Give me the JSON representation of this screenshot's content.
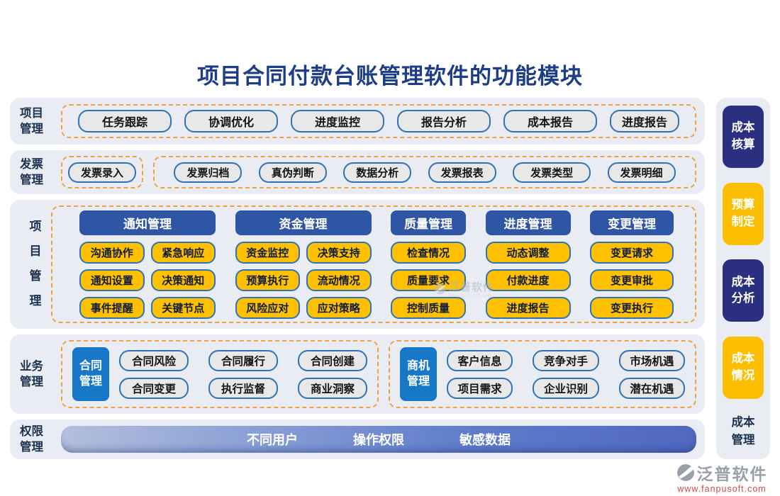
{
  "title": "项目合同付款台账管理软件的功能模块",
  "colors": {
    "title_blue": "#1d3d87",
    "row_background": "#e9edf3",
    "dashed_border_orange": "#f0a03f",
    "chip_gray": "#e8e8e8",
    "chip_border_blue": "#2f72b6",
    "chip_yellow": "#ffc000",
    "group_header_blue": "#2f55a5",
    "badge_blue": "#1778c8",
    "side_navy": "#2a2f80",
    "side_yellow": "#fcbe00",
    "permission_bar_blue": "#5068bf"
  },
  "row_project_top": {
    "label": [
      "项目",
      "管理"
    ],
    "items": [
      "任务跟踪",
      "协调优化",
      "进度监控",
      "报告分析",
      "成本报告",
      "进度报告"
    ]
  },
  "row_invoice": {
    "label": [
      "发票",
      "管理"
    ],
    "solo_item": "发票录入",
    "items": [
      "发票归档",
      "真伪判断",
      "数据分析",
      "发票报表",
      "发票类型",
      "发票明细"
    ]
  },
  "row_project_main": {
    "label": [
      "项",
      "目",
      "管",
      "理"
    ],
    "columns": [
      {
        "header": "通知管理",
        "items": [
          "沟通协作",
          "紧急响应",
          "通知设置",
          "决策通知",
          "事件提醒",
          "关键节点"
        ]
      },
      {
        "header": "资金管理",
        "items": [
          "资金监控",
          "决策支持",
          "预算执行",
          "流动情况",
          "风险应对",
          "应对策略"
        ]
      },
      {
        "header": "质量管理",
        "items": [
          "检查情况",
          "质量要求",
          "控制质量"
        ]
      },
      {
        "header": "进度管理",
        "items": [
          "动态调整",
          "付款进度",
          "进度报告"
        ]
      },
      {
        "header": "变更管理",
        "items": [
          "变更请求",
          "变更审批",
          "变更执行"
        ]
      }
    ]
  },
  "row_business": {
    "label": [
      "业务",
      "管理"
    ],
    "groups": [
      {
        "badge": [
          "合同",
          "管理"
        ],
        "items": [
          "合同风险",
          "合同履行",
          "合同创建",
          "合同变更",
          "执行监督",
          "商业洞察"
        ]
      },
      {
        "badge": [
          "商机",
          "管理"
        ],
        "items": [
          "客户信息",
          "竞争对手",
          "市场机遇",
          "项目需求",
          "企业识别",
          "潜在机遇"
        ]
      }
    ]
  },
  "row_permission": {
    "label": [
      "权限",
      "管理"
    ],
    "items": [
      "不同用户",
      "操作权限",
      "敏感数据"
    ]
  },
  "side_column": {
    "buttons": [
      {
        "label": [
          "成本",
          "核算"
        ],
        "style": "navy"
      },
      {
        "label": [
          "预算",
          "制定"
        ],
        "style": "yellow"
      },
      {
        "label": [
          "成本",
          "分析"
        ],
        "style": "navy"
      },
      {
        "label": [
          "成本",
          "情况"
        ],
        "style": "yellow"
      }
    ],
    "footer_label": [
      "成本",
      "管理"
    ]
  },
  "branding": {
    "brand": "泛普软件",
    "url": "www.fanpusoft.com"
  }
}
